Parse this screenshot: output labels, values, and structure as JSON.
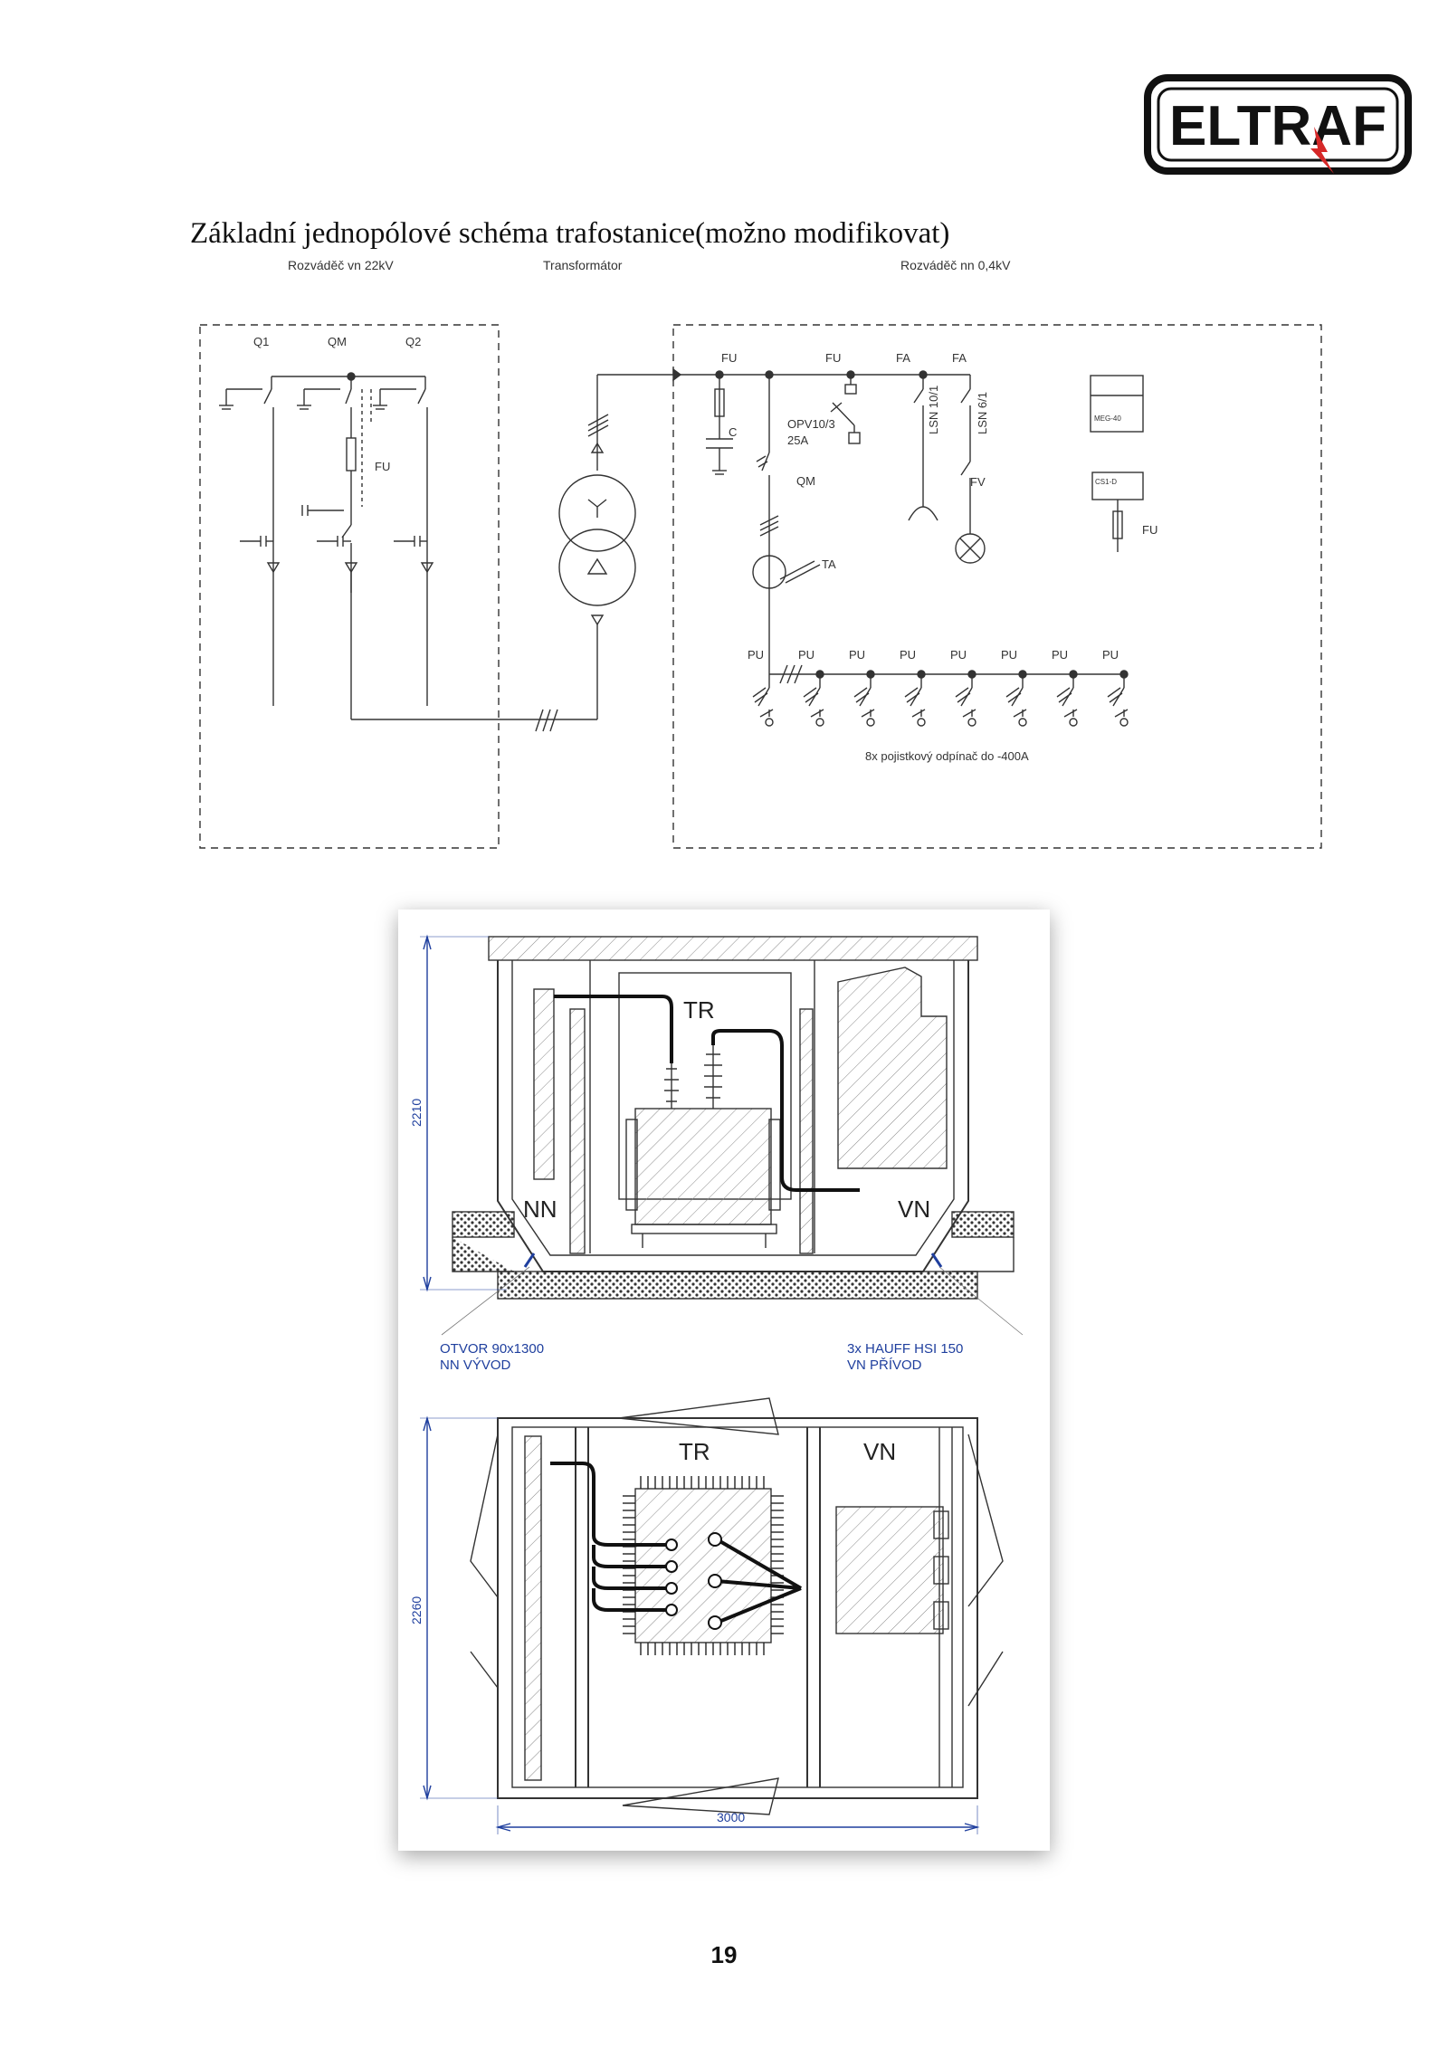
{
  "logo": {
    "text": "ELTRAF"
  },
  "page_title": "Základní jednopólové schéma trafostanice(možno modifikovat)",
  "section_labels": {
    "vn": "Rozváděč vn 22kV",
    "transformer": "Transformátor",
    "nn": "Rozváděč nn 0,4kV"
  },
  "vn_labels": {
    "q1": "Q1",
    "qm": "QM",
    "q2": "Q2",
    "fu": "FU"
  },
  "nn_labels": {
    "fu1": "FU",
    "fu2": "FU",
    "fa1": "FA",
    "fa2": "FA",
    "c": "C",
    "opv": "OPV10/3",
    "opv_current": "25A",
    "qm": "QM",
    "lsn1": "LSN 10/1",
    "lsn2": "LSN 6/1",
    "fv": "FV",
    "ta": "TA",
    "meg": "MEG-40",
    "cs": "CS1-D",
    "fu3": "FU",
    "pu": [
      "PU",
      "PU",
      "PU",
      "PU",
      "PU",
      "PU",
      "PU",
      "PU"
    ],
    "fuse_note": "8x pojistkový odpínač do -400A"
  },
  "drawing": {
    "tr_top": "TR",
    "nn": "NN",
    "vn_top": "VN",
    "height_side": "2210",
    "otvor_line1": "OTVOR 90x1300",
    "otvor_line2": "NN VÝVOD",
    "hauff_line1": "3x HAUFF HSI 150",
    "hauff_line2": "VN PŘÍVOD",
    "tr_plan": "TR",
    "vn_plan": "VN",
    "height_plan": "2260",
    "width_plan": "3000"
  },
  "colors": {
    "line": "#333333",
    "dimension_blue": "#1f3f9e",
    "logo_red": "#d62828"
  },
  "page_number": "19"
}
